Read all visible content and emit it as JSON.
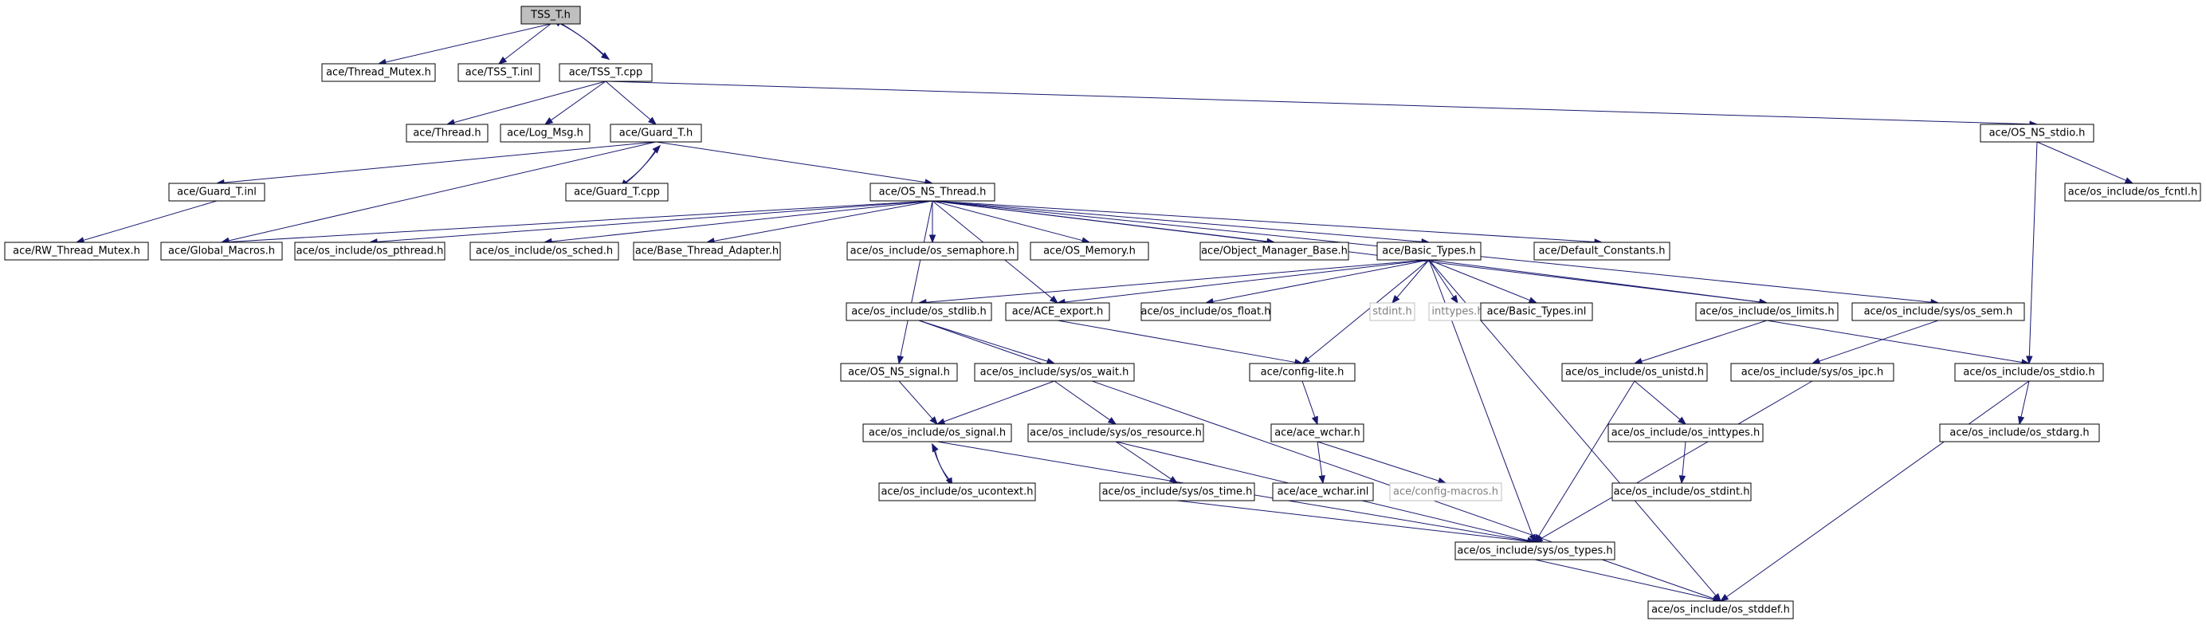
{
  "graph": {
    "colors": {
      "edge": "#191970",
      "root_fill": "#bfbfbf",
      "node_border": "#000000",
      "missing_border": "#bfbfbf",
      "missing_text": "#7f7f7f"
    },
    "nodes": [
      {
        "id": "tss_t_h",
        "label": "TSS_T.h",
        "root": true
      },
      {
        "id": "thread_mutex",
        "label": "ace/Thread_Mutex.h"
      },
      {
        "id": "tss_t_inl",
        "label": "ace/TSS_T.inl"
      },
      {
        "id": "tss_t_cpp",
        "label": "ace/TSS_T.cpp"
      },
      {
        "id": "thread_h",
        "label": "ace/Thread.h"
      },
      {
        "id": "log_msg",
        "label": "ace/Log_Msg.h"
      },
      {
        "id": "guard_t_h",
        "label": "ace/Guard_T.h"
      },
      {
        "id": "os_ns_stdio",
        "label": "ace/OS_NS_stdio.h"
      },
      {
        "id": "guard_t_inl",
        "label": "ace/Guard_T.inl"
      },
      {
        "id": "guard_t_cpp",
        "label": "ace/Guard_T.cpp"
      },
      {
        "id": "os_ns_thread",
        "label": "ace/OS_NS_Thread.h"
      },
      {
        "id": "os_fcntl",
        "label": "ace/os_include/os_fcntl.h"
      },
      {
        "id": "rw_thread_mutex",
        "label": "ace/RW_Thread_Mutex.h"
      },
      {
        "id": "global_macros",
        "label": "ace/Global_Macros.h"
      },
      {
        "id": "os_pthread",
        "label": "ace/os_include/os_pthread.h"
      },
      {
        "id": "os_sched",
        "label": "ace/os_include/os_sched.h"
      },
      {
        "id": "base_thread_adapter",
        "label": "ace/Base_Thread_Adapter.h"
      },
      {
        "id": "os_semaphore",
        "label": "ace/os_include/os_semaphore.h"
      },
      {
        "id": "os_memory",
        "label": "ace/OS_Memory.h"
      },
      {
        "id": "object_manager_base",
        "label": "ace/Object_Manager_Base.h"
      },
      {
        "id": "basic_types_h",
        "label": "ace/Basic_Types.h"
      },
      {
        "id": "default_constants",
        "label": "ace/Default_Constants.h"
      },
      {
        "id": "os_stdlib",
        "label": "ace/os_include/os_stdlib.h"
      },
      {
        "id": "ace_export",
        "label": "ace/ACE_export.h"
      },
      {
        "id": "os_float",
        "label": "ace/os_include/os_float.h"
      },
      {
        "id": "stdint_h",
        "label": "stdint.h",
        "missing": true
      },
      {
        "id": "inttypes_h",
        "label": "inttypes.h",
        "missing": true
      },
      {
        "id": "basic_types_inl",
        "label": "ace/Basic_Types.inl"
      },
      {
        "id": "os_limits",
        "label": "ace/os_include/os_limits.h"
      },
      {
        "id": "sys_os_sem",
        "label": "ace/os_include/sys/os_sem.h"
      },
      {
        "id": "os_ns_signal",
        "label": "ace/OS_NS_signal.h"
      },
      {
        "id": "sys_os_wait",
        "label": "ace/os_include/sys/os_wait.h"
      },
      {
        "id": "config_lite",
        "label": "ace/config-lite.h"
      },
      {
        "id": "os_unistd",
        "label": "ace/os_include/os_unistd.h"
      },
      {
        "id": "sys_os_ipc",
        "label": "ace/os_include/sys/os_ipc.h"
      },
      {
        "id": "os_stdio",
        "label": "ace/os_include/os_stdio.h"
      },
      {
        "id": "os_signal",
        "label": "ace/os_include/os_signal.h"
      },
      {
        "id": "sys_os_resource",
        "label": "ace/os_include/sys/os_resource.h"
      },
      {
        "id": "ace_wchar_h",
        "label": "ace/ace_wchar.h"
      },
      {
        "id": "os_inttypes",
        "label": "ace/os_include/os_inttypes.h"
      },
      {
        "id": "os_stdarg",
        "label": "ace/os_include/os_stdarg.h"
      },
      {
        "id": "os_ucontext",
        "label": "ace/os_include/os_ucontext.h"
      },
      {
        "id": "sys_os_time",
        "label": "ace/os_include/sys/os_time.h"
      },
      {
        "id": "ace_wchar_inl",
        "label": "ace/ace_wchar.inl"
      },
      {
        "id": "config_macros",
        "label": "ace/config-macros.h",
        "missing": true
      },
      {
        "id": "os_stdint",
        "label": "ace/os_include/os_stdint.h"
      },
      {
        "id": "sys_os_types",
        "label": "ace/os_include/sys/os_types.h"
      },
      {
        "id": "os_stddef",
        "label": "ace/os_include/os_stddef.h"
      }
    ],
    "edges": [
      [
        "tss_t_h",
        "thread_mutex"
      ],
      [
        "tss_t_h",
        "tss_t_inl"
      ],
      [
        "tss_t_h",
        "tss_t_cpp"
      ],
      [
        "tss_t_cpp",
        "tss_t_h"
      ],
      [
        "tss_t_cpp",
        "thread_h"
      ],
      [
        "tss_t_cpp",
        "log_msg"
      ],
      [
        "tss_t_cpp",
        "guard_t_h"
      ],
      [
        "tss_t_cpp",
        "os_ns_stdio"
      ],
      [
        "guard_t_h",
        "guard_t_inl"
      ],
      [
        "guard_t_h",
        "guard_t_cpp"
      ],
      [
        "guard_t_cpp",
        "guard_t_h"
      ],
      [
        "guard_t_h",
        "os_ns_thread"
      ],
      [
        "guard_t_h",
        "global_macros"
      ],
      [
        "guard_t_inl",
        "rw_thread_mutex"
      ],
      [
        "os_ns_stdio",
        "os_fcntl"
      ],
      [
        "os_ns_stdio",
        "os_stdio"
      ],
      [
        "os_ns_thread",
        "global_macros"
      ],
      [
        "os_ns_thread",
        "os_pthread"
      ],
      [
        "os_ns_thread",
        "os_sched"
      ],
      [
        "os_ns_thread",
        "base_thread_adapter"
      ],
      [
        "os_ns_thread",
        "os_semaphore"
      ],
      [
        "os_ns_thread",
        "os_memory"
      ],
      [
        "os_ns_thread",
        "object_manager_base"
      ],
      [
        "os_ns_thread",
        "basic_types_h"
      ],
      [
        "os_ns_thread",
        "default_constants"
      ],
      [
        "os_ns_thread",
        "os_ns_signal"
      ],
      [
        "os_ns_thread",
        "ace_export"
      ],
      [
        "os_ns_thread",
        "sys_os_sem"
      ],
      [
        "os_ns_thread",
        "os_limits"
      ],
      [
        "basic_types_h",
        "os_stdlib"
      ],
      [
        "basic_types_h",
        "ace_export"
      ],
      [
        "basic_types_h",
        "os_float"
      ],
      [
        "basic_types_h",
        "stdint_h"
      ],
      [
        "basic_types_h",
        "inttypes_h"
      ],
      [
        "basic_types_h",
        "basic_types_inl"
      ],
      [
        "basic_types_h",
        "os_limits"
      ],
      [
        "basic_types_h",
        "config_lite"
      ],
      [
        "basic_types_h",
        "sys_os_types"
      ],
      [
        "basic_types_h",
        "os_stddef"
      ],
      [
        "os_stdlib",
        "sys_os_wait"
      ],
      [
        "os_stdlib",
        "os_stddef"
      ],
      [
        "ace_export",
        "config_lite"
      ],
      [
        "os_limits",
        "os_unistd"
      ],
      [
        "os_limits",
        "os_stdio"
      ],
      [
        "sys_os_sem",
        "sys_os_ipc"
      ],
      [
        "os_ns_signal",
        "os_signal"
      ],
      [
        "sys_os_wait",
        "os_signal"
      ],
      [
        "sys_os_wait",
        "sys_os_resource"
      ],
      [
        "config_lite",
        "ace_wchar_h"
      ],
      [
        "os_unistd",
        "os_inttypes"
      ],
      [
        "os_unistd",
        "sys_os_types"
      ],
      [
        "sys_os_ipc",
        "sys_os_types"
      ],
      [
        "os_stdio",
        "os_stdarg"
      ],
      [
        "os_stdio",
        "os_stddef"
      ],
      [
        "os_signal",
        "os_ucontext"
      ],
      [
        "os_ucontext",
        "os_signal"
      ],
      [
        "os_signal",
        "sys_os_types"
      ],
      [
        "sys_os_resource",
        "sys_os_time"
      ],
      [
        "sys_os_resource",
        "sys_os_types"
      ],
      [
        "ace_wchar_h",
        "ace_wchar_inl"
      ],
      [
        "ace_wchar_h",
        "config_macros"
      ],
      [
        "os_inttypes",
        "os_stdint"
      ],
      [
        "sys_os_time",
        "sys_os_types"
      ],
      [
        "sys_os_types",
        "os_stddef"
      ]
    ]
  }
}
